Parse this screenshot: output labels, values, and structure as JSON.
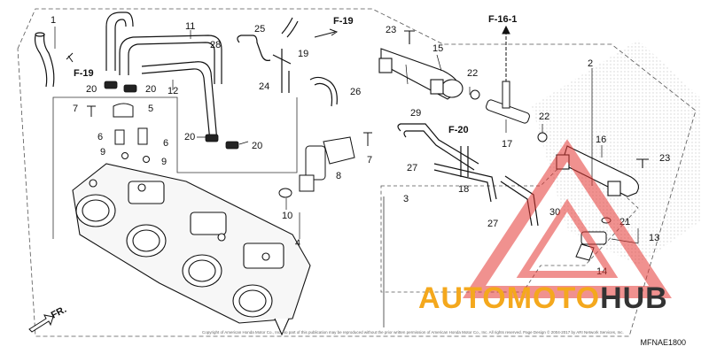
{
  "diagram": {
    "callouts": [
      {
        "id": "1",
        "label": "1"
      },
      {
        "id": "2",
        "label": "2"
      },
      {
        "id": "3",
        "label": "3"
      },
      {
        "id": "4",
        "label": "4"
      },
      {
        "id": "5",
        "label": "5"
      },
      {
        "id": "6a",
        "label": "6"
      },
      {
        "id": "6b",
        "label": "6"
      },
      {
        "id": "7a",
        "label": "7"
      },
      {
        "id": "7b",
        "label": "7"
      },
      {
        "id": "8",
        "label": "8"
      },
      {
        "id": "9a",
        "label": "9"
      },
      {
        "id": "9b",
        "label": "9"
      },
      {
        "id": "10",
        "label": "10"
      },
      {
        "id": "11",
        "label": "11"
      },
      {
        "id": "12",
        "label": "12"
      },
      {
        "id": "13",
        "label": "13"
      },
      {
        "id": "14",
        "label": "14"
      },
      {
        "id": "15",
        "label": "15"
      },
      {
        "id": "16",
        "label": "16"
      },
      {
        "id": "17",
        "label": "17"
      },
      {
        "id": "18",
        "label": "18"
      },
      {
        "id": "19",
        "label": "19"
      },
      {
        "id": "20a",
        "label": "20"
      },
      {
        "id": "20b",
        "label": "20"
      },
      {
        "id": "20c",
        "label": "20"
      },
      {
        "id": "20d",
        "label": "20"
      },
      {
        "id": "21",
        "label": "21"
      },
      {
        "id": "22a",
        "label": "22"
      },
      {
        "id": "22b",
        "label": "22"
      },
      {
        "id": "23a",
        "label": "23"
      },
      {
        "id": "23b",
        "label": "23"
      },
      {
        "id": "24",
        "label": "24"
      },
      {
        "id": "25",
        "label": "25"
      },
      {
        "id": "26",
        "label": "26"
      },
      {
        "id": "27a",
        "label": "27"
      },
      {
        "id": "27b",
        "label": "27"
      },
      {
        "id": "28",
        "label": "28"
      },
      {
        "id": "29",
        "label": "29"
      },
      {
        "id": "30",
        "label": "30"
      }
    ],
    "section_refs": [
      {
        "id": "f19a",
        "label": "F-19"
      },
      {
        "id": "f19b",
        "label": "F-19"
      },
      {
        "id": "f161",
        "label": "F-16-1"
      },
      {
        "id": "f20",
        "label": "F-20"
      }
    ],
    "front_label": "FR.",
    "diagram_code": "MFNAE1800",
    "copyright_text": "Copyright of American Honda Motor Co., Inc. No part of this publication may be reproduced without the prior written permission of American Honda Motor Co., Inc. All rights reserved. Page Design © 2004-2017 by ARI Network Services, Inc."
  },
  "watermark": {
    "text_part1": "AUTOMOTO",
    "text_part2": "HUB",
    "colors": {
      "accent": "#f4a81d",
      "dark": "#333333",
      "triangle": "#e53935"
    }
  },
  "colors": {
    "line": "#111111",
    "background": "#ffffff",
    "box": "#555555",
    "honda_pattern": "#cccccc"
  }
}
